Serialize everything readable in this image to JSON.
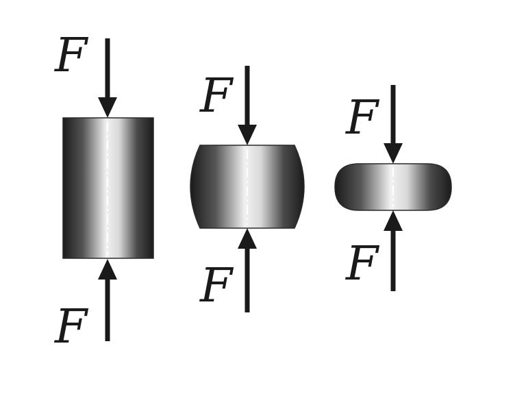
{
  "diagram": {
    "stages": [
      {
        "id": "original",
        "top_label": "F",
        "bottom_label": "F"
      },
      {
        "id": "barrelled",
        "top_label": "F",
        "bottom_label": "F"
      },
      {
        "id": "flattened",
        "top_label": "F",
        "bottom_label": "F"
      }
    ]
  },
  "colors": {
    "metal_dark": "#1b1b1b",
    "metal_mid": "#7a7a7a",
    "metal_light": "#f2f2f2",
    "arrow": "#1a1a1a",
    "background": "#ffffff"
  }
}
